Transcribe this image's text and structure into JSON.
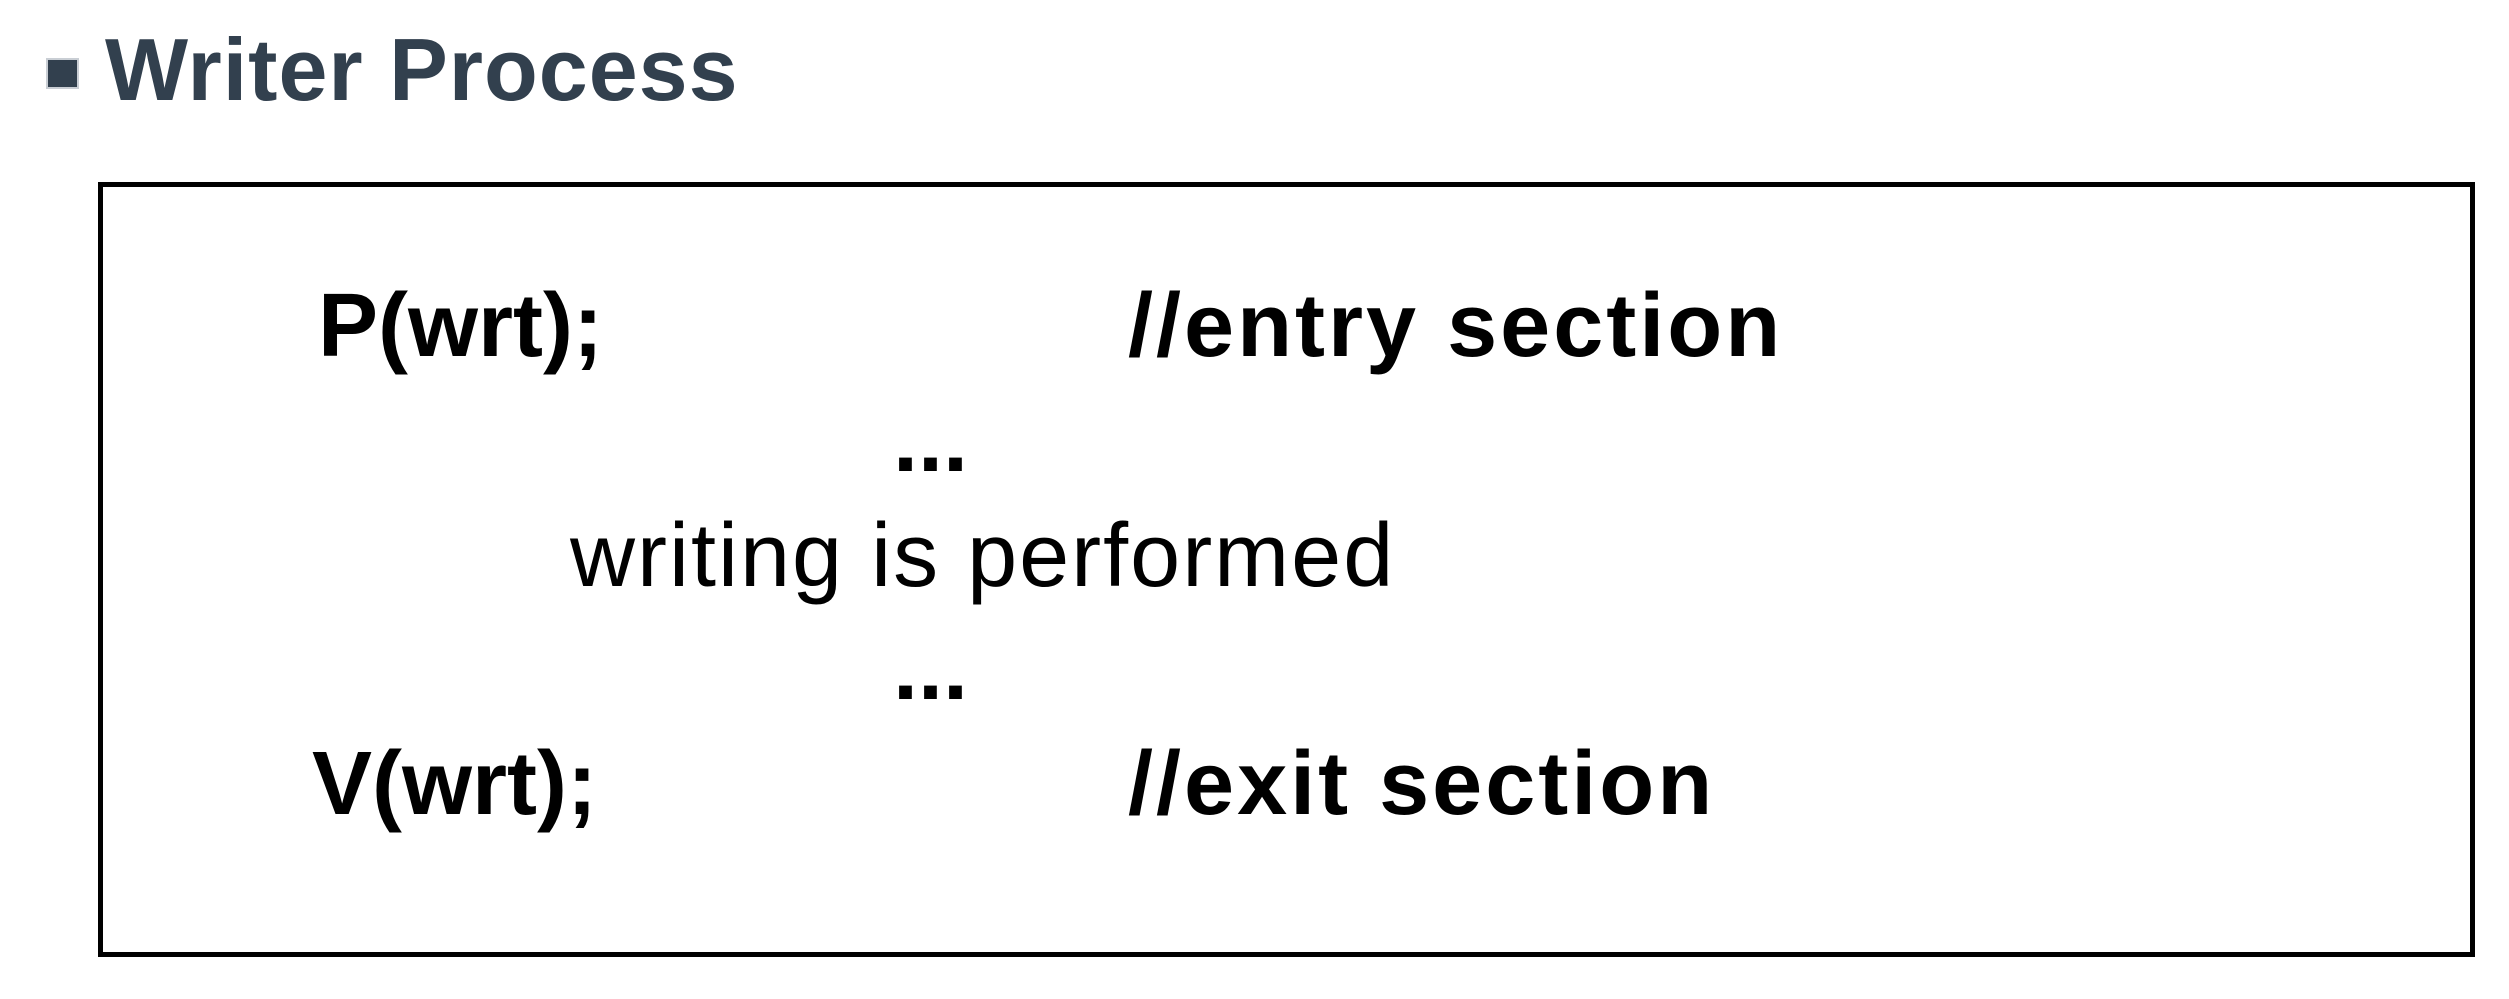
{
  "slide": {
    "title": "Writer Process"
  },
  "code_box": {
    "line_entry": {
      "code": "P(wrt);",
      "comment": "//entry section"
    },
    "ellipsis_top": "...",
    "line_action": "writing is performed",
    "ellipsis_bottom": "...",
    "line_exit": {
      "code": "V(wrt);",
      "comment": "//exit section"
    }
  },
  "colors": {
    "heading_text": "#32404E",
    "bullet": "#32404E",
    "code_text": "#000000",
    "box_border": "#000000",
    "background": "#ffffff"
  }
}
